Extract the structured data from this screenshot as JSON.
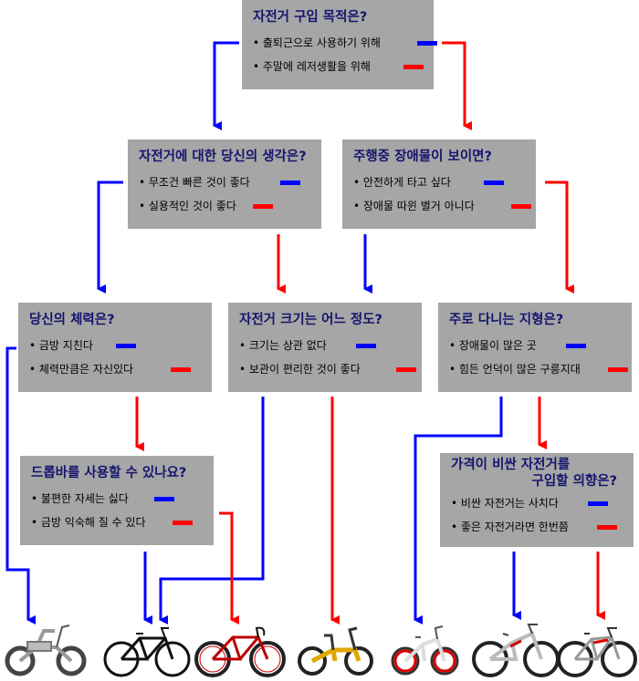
{
  "nodes": {
    "purpose": {
      "question": "자전거 구입 목적은?",
      "options": [
        "• 출퇴근으로 사용하기 위해",
        "• 주말에 레저생활을 위해"
      ]
    },
    "thought": {
      "question": "자전거에 대한 당신의 생각은?",
      "options": [
        "• 무조건 빠른 것이 좋다",
        "• 실용적인 것이 좋다"
      ]
    },
    "obstacle": {
      "question": "주행중 장애물이 보이면?",
      "options": [
        "• 안전하게 타고 싶다",
        "• 장애물 따윈 별거 아니다"
      ]
    },
    "stamina": {
      "question": "당신의 체력은?",
      "options": [
        "• 금방 지친다",
        "• 체력만큼은 자신있다"
      ]
    },
    "size": {
      "question": "자전거 크기는 어느 정도?",
      "options": [
        "• 크기는 상관 없다",
        "• 보관이 편리한 것이 좋다"
      ]
    },
    "terrain": {
      "question": "주로 다니는 지형은?",
      "options": [
        "• 장애물이 많은 곳",
        "• 힘든 언덕이 많은 구릉지대"
      ]
    },
    "dropbar": {
      "question": "드롭바를 사용할 수 있나요?",
      "options": [
        "• 불편한 자세는 싫다",
        "• 금방 익숙해 질 수 있다"
      ]
    },
    "price": {
      "question_line1": "가격이 비싼 자전거를",
      "question_line2": "구입할 의향은?",
      "options": [
        "• 비싼 자전거는 사치다",
        "• 좋은 자전거라면 한번쯤"
      ]
    }
  },
  "colors": {
    "blue": "#0000ff",
    "red": "#ff0000",
    "box": "#a6a6a6",
    "question": "#14146e"
  },
  "bikes": [
    "electric-bike",
    "hybrid-bike",
    "road-bike",
    "folding-bike-yellow",
    "folding-bike-red",
    "full-suspension-mtb",
    "hardtail-mtb"
  ]
}
